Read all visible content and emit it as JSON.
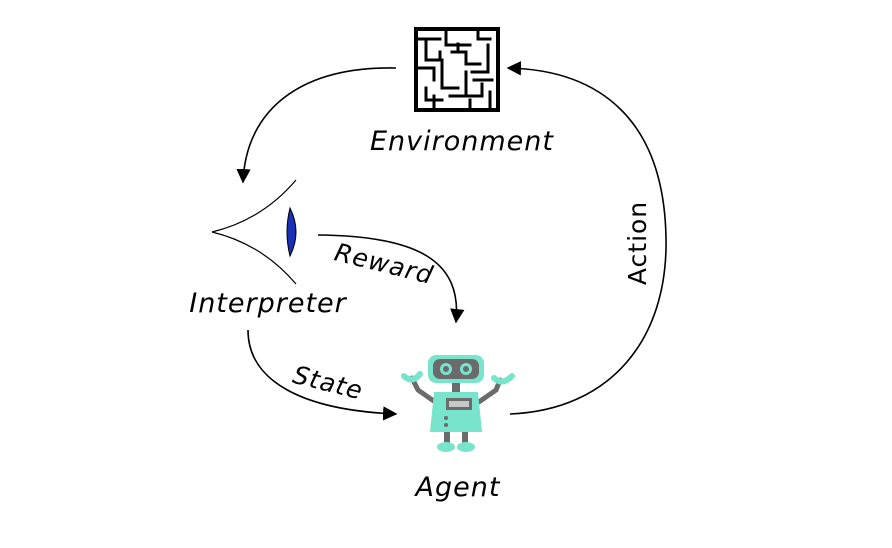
{
  "nodes": {
    "environment": {
      "label": "Environment",
      "icon": "maze-icon"
    },
    "interpreter": {
      "label": "Interpreter",
      "icon": "eye-icon"
    },
    "agent": {
      "label": "Agent",
      "icon": "robot-icon"
    }
  },
  "edges": {
    "reward": {
      "label": "Reward"
    },
    "state": {
      "label": "State"
    },
    "action": {
      "label": "Action"
    }
  },
  "colors": {
    "robot_body": "#79e4cc",
    "robot_dark": "#6b6b6b",
    "eye_pupil": "#1a2fb8"
  }
}
